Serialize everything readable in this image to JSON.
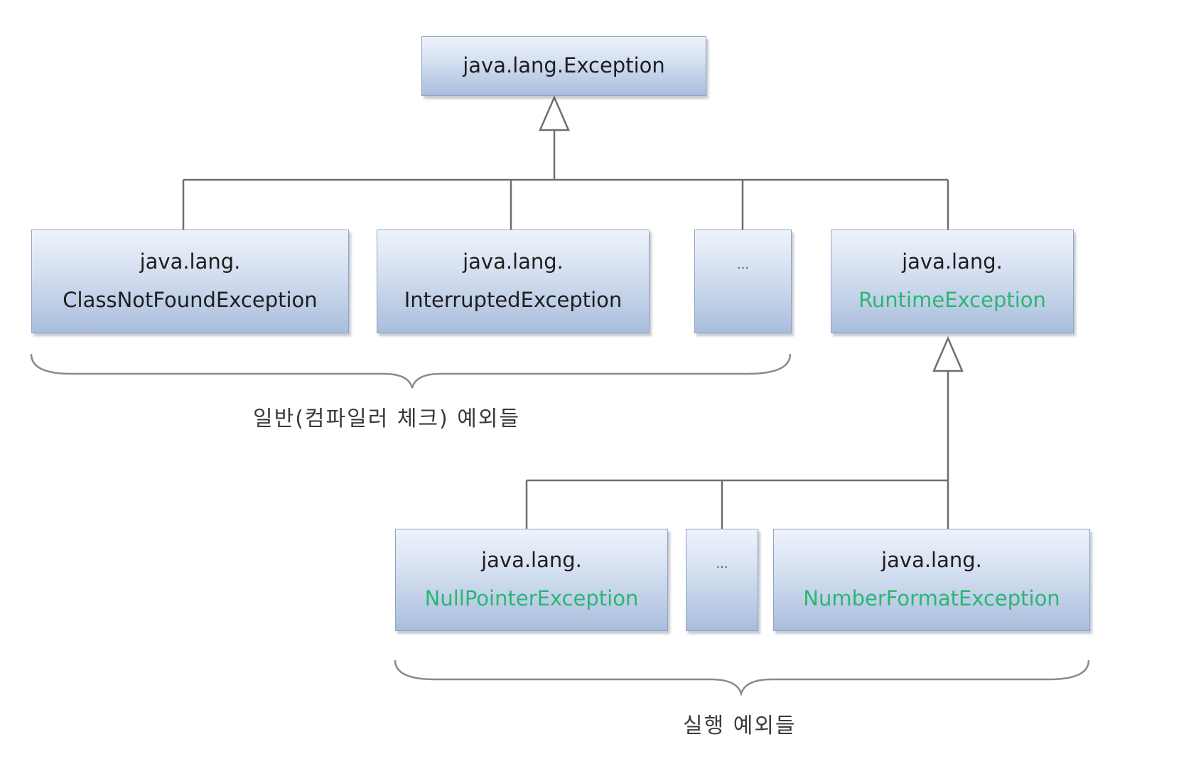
{
  "diagram": {
    "root": {
      "line1": "java.lang.Exception"
    },
    "checked": [
      {
        "line1": "java.lang.",
        "line2": "ClassNotFoundException"
      },
      {
        "line1": "java.lang.",
        "line2": "InterruptedException"
      },
      {
        "line1": "..."
      }
    ],
    "runtime": {
      "line1": "java.lang.",
      "line2": "RuntimeException"
    },
    "runtime_children": [
      {
        "line1": "java.lang.",
        "line2": "NullPointerException"
      },
      {
        "line1": "..."
      },
      {
        "line1": "java.lang.",
        "line2": "NumberFormatException"
      }
    ],
    "captions": {
      "checked": "일반(컴파일러 체크) 예외들",
      "runtime": "실행 예외들"
    },
    "colors": {
      "highlight": "#2bb673",
      "line": "#6e6e6e",
      "box_border": "#8fa3c4"
    }
  }
}
